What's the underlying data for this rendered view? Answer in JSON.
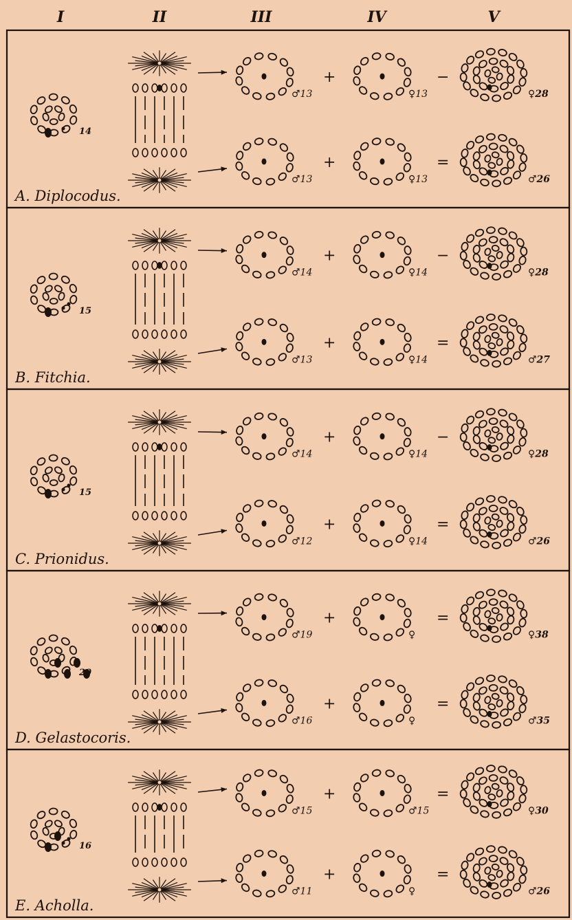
{
  "columns": [
    "I",
    "II",
    "III",
    "IV",
    "V"
  ],
  "rows": [
    {
      "id": "A",
      "label": "A.  Diplocodus.",
      "col1": {
        "count": "14",
        "large": 1,
        "small": 1
      },
      "top": {
        "col3": "♂13",
        "col4": "♀13",
        "col5": "♀28",
        "op1": "+",
        "op2": "−"
      },
      "bottom": {
        "col3": "♂13",
        "col4": "♀13",
        "col5": "♂26",
        "op1": "+",
        "op2": "="
      }
    },
    {
      "id": "B",
      "label": "B.  Fitchia.",
      "col1": {
        "count": "15",
        "large": 1,
        "small": 2
      },
      "top": {
        "col3": "♂14",
        "col4": "♀14",
        "col5": "♀28",
        "op1": "+",
        "op2": "−"
      },
      "bottom": {
        "col3": "♂13",
        "col4": "♀14",
        "col5": "♂27",
        "op1": "+",
        "op2": "="
      }
    },
    {
      "id": "C",
      "label": "C.  Prionidus.",
      "col1": {
        "count": "15",
        "large": 1,
        "small": 2
      },
      "top": {
        "col3": "♂14",
        "col4": "♀14",
        "col5": "♀28",
        "op1": "+",
        "op2": "−"
      },
      "bottom": {
        "col3": "♂12",
        "col4": "♀14",
        "col5": "♂26",
        "op1": "+",
        "op2": "="
      }
    },
    {
      "id": "D",
      "label": "D.  Gelastocoris.",
      "col1": {
        "count": "20",
        "large": 5,
        "small": 0
      },
      "top": {
        "col3": "♂19",
        "col4": "♀",
        "col5": "♀38",
        "op1": "+",
        "op2": "="
      },
      "bottom": {
        "col3": "♂16",
        "col4": "♀",
        "col5": "♂35",
        "op1": "+",
        "op2": "="
      }
    },
    {
      "id": "E",
      "label": "E.  Acholla.",
      "col1": {
        "count": "16",
        "large": 2,
        "small": 2
      },
      "top": {
        "col3": "♂15",
        "col4": "♂15",
        "col5": "♀30",
        "op1": "+",
        "op2": "="
      },
      "bottom": {
        "col3": "♂11",
        "col4": "♀",
        "col5": "♂26",
        "op1": "+",
        "op2": "="
      }
    }
  ]
}
